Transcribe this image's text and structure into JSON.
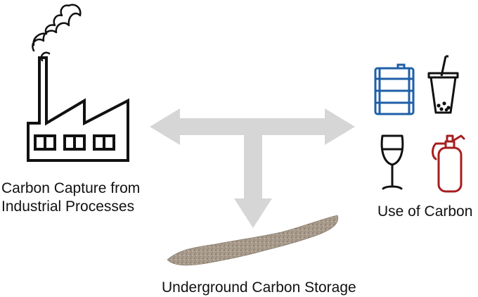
{
  "labels": {
    "factory_line1": "Carbon Capture from",
    "factory_line2": "Industrial Processes",
    "use": "Use of Carbon",
    "storage": "Underground Carbon Storage"
  },
  "colors": {
    "arrow": "#d6d6d6",
    "barrel": "#1f5fa8",
    "extinguisher": "#a61e1e",
    "outline": "#111111",
    "storage_rock": "#a69888"
  },
  "icons": {
    "factory": "factory-icon",
    "smoke": "smoke-icon",
    "barrel": "oil-barrel-icon",
    "drink": "bubble-tea-icon",
    "glass": "wine-glass-icon",
    "extinguisher": "fire-extinguisher-icon",
    "storage": "rock-layer-icon"
  }
}
